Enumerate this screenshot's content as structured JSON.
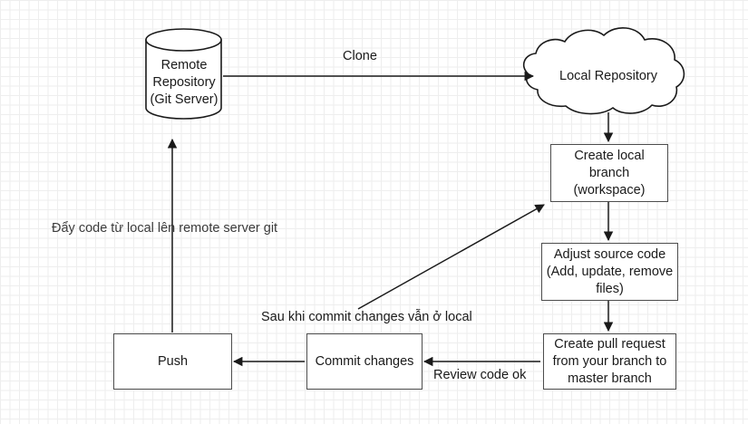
{
  "diagram": {
    "title": "Git workflow diagram",
    "background": "#ffffff",
    "grid_minor_color": "#eeeeee",
    "grid_major_color": "#dddddd",
    "stroke_color": "#4d4d4d",
    "line_color": "#1a1a1a",
    "text_color": "#1a1a1a",
    "note_color": "#3b3b3b"
  },
  "nodes": {
    "remote_repository": {
      "shape": "cylinder",
      "line1": "Remote",
      "line2": "Repository",
      "line3": "(Git Server)"
    },
    "local_repository": {
      "shape": "cloud",
      "label": "Local Repository"
    },
    "create_local_branch": {
      "shape": "rectangle",
      "line1": "Create local",
      "line2": "branch",
      "line3": "(workspace)"
    },
    "adjust_source_code": {
      "shape": "rectangle",
      "line1": "Adjust source code",
      "line2": "(Add, update, remove",
      "line3": "files)"
    },
    "create_pull_request": {
      "shape": "rectangle",
      "line1": "Create pull request",
      "line2": "from your branch to",
      "line3": "master branch"
    },
    "commit_changes": {
      "shape": "rectangle",
      "label": "Commit changes"
    },
    "push": {
      "shape": "rectangle",
      "label": "Push"
    }
  },
  "edge_labels": {
    "clone": "Clone",
    "review_code_ok": "Review code ok",
    "after_commit_note": "Sau khi commit changes vẫn ở local",
    "push_note": "Đẩy code từ local lên remote server git"
  },
  "edges": [
    {
      "name": "remote-to-local",
      "from": "remote_repository",
      "to": "local_repository",
      "label": "Clone"
    },
    {
      "name": "local-to-create-branch",
      "from": "local_repository",
      "to": "create_local_branch",
      "label": ""
    },
    {
      "name": "create-branch-to-adjust",
      "from": "create_local_branch",
      "to": "adjust_source_code",
      "label": ""
    },
    {
      "name": "adjust-to-pull-request",
      "from": "adjust_source_code",
      "to": "create_pull_request",
      "label": ""
    },
    {
      "name": "pull-request-to-commit",
      "from": "create_pull_request",
      "to": "commit_changes",
      "label": "Review code ok"
    },
    {
      "name": "commit-to-push",
      "from": "commit_changes",
      "to": "push",
      "label": ""
    },
    {
      "name": "push-to-remote",
      "from": "push",
      "to": "remote_repository",
      "label": "Đẩy code từ local lên remote server git"
    },
    {
      "name": "commit-note-to-create-branch",
      "from": "commit_changes",
      "to": "create_local_branch",
      "label": "Sau khi commit changes vẫn ở local"
    }
  ]
}
